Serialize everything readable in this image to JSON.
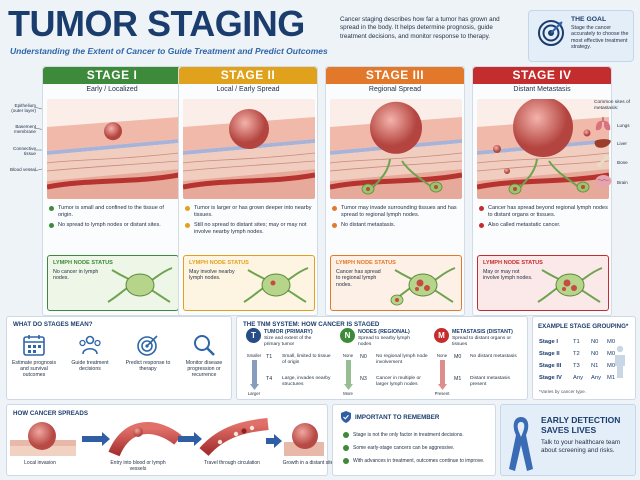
{
  "header": {
    "title": "TUMOR STAGING",
    "subtitle": "Understanding the Extent of Cancer to Guide Treatment and Predict Outcomes",
    "intro": "Cancer staging describes how far a tumor has grown and spread in the body. It helps determine prognosis, guide treatment decisions, and monitor response to therapy."
  },
  "goal": {
    "title": "THE GOAL",
    "text": "Stage the cancer accurately to choose the most effective treatment strategy."
  },
  "anatomy_labels": {
    "epithelium": "Epithelium (outer layer)",
    "basement": "Basement membrane",
    "connective": "Connective tissue",
    "blood": "Blood vessel"
  },
  "metastasis_sites": {
    "title": "Common sites of metastasis:",
    "lungs": "Lungs",
    "liver": "Liver",
    "bone": "Bone",
    "brain": "Brain"
  },
  "stages": [
    {
      "name": "STAGE I",
      "sub": "Early / Localized",
      "color": "#3e8a3b",
      "bullets": [
        "Tumor is small and confined to the tissue of origin.",
        "No spread to lymph nodes or distant sites."
      ],
      "lymph_title": "LYMPH NODE STATUS",
      "lymph_text": "No cancer in lymph nodes."
    },
    {
      "name": "STAGE II",
      "sub": "Local / Early Spread",
      "color": "#e0a21d",
      "bullets": [
        "Tumor is larger or has grown deeper into nearby tissues.",
        "Still no spread to distant sites; may or may not involve nearby lymph nodes."
      ],
      "lymph_title": "LYMPH NODE STATUS",
      "lymph_text": "May involve nearby lymph nodes."
    },
    {
      "name": "STAGE III",
      "sub": "Regional Spread",
      "color": "#e2792a",
      "bullets": [
        "Tumor may invade surrounding tissues and has spread to regional lymph nodes.",
        "No distant metastasis."
      ],
      "lymph_title": "LYMPH NODE STATUS",
      "lymph_text": "Cancer has spread to regional lymph nodes."
    },
    {
      "name": "STAGE IV",
      "sub": "Distant Metastasis",
      "color": "#c42d2d",
      "bullets": [
        "Cancer has spread beyond regional lymph nodes to distant organs or tissues.",
        "Also called metastatic cancer."
      ],
      "lymph_title": "LYMPH NODE STATUS",
      "lymph_text": "May or may not involve lymph nodes."
    }
  ],
  "why": {
    "title": "WHAT DO STAGES MEAN?",
    "items": [
      {
        "label": "Estimate prognosis and survival outcomes",
        "icon": "calendar-icon"
      },
      {
        "label": "Guide treatment decisions",
        "icon": "team-icon"
      },
      {
        "label": "Predict response to therapy",
        "icon": "target-icon"
      },
      {
        "label": "Monitor disease progression or recurrence",
        "icon": "magnifier-icon"
      }
    ]
  },
  "tnm": {
    "title": "THE TNM SYSTEM: HOW CANCER IS STAGED",
    "t": {
      "letter": "T",
      "head": "TUMOR (PRIMARY)",
      "desc": "Size and extent of the primary tumor",
      "scale_top": "Smaller",
      "scale_bottom": "Larger",
      "rows": [
        {
          "code": "T1",
          "text": "Small, limited to tissue of origin"
        },
        {
          "code": "T4",
          "text": "Large, invades nearby structures"
        }
      ],
      "color": "#274d86"
    },
    "n": {
      "letter": "N",
      "head": "NODES (REGIONAL)",
      "desc": "Spread to nearby lymph nodes",
      "scale_top": "None",
      "scale_bottom": "More",
      "rows": [
        {
          "code": "N0",
          "text": "No regional lymph node involvement"
        },
        {
          "code": "N3",
          "text": "Cancer in multiple or larger lymph nodes"
        }
      ],
      "color": "#3e8a3b"
    },
    "m": {
      "letter": "M",
      "head": "METASTASIS (DISTANT)",
      "desc": "Spread to distant organs or tissues",
      "scale_top": "None",
      "scale_bottom": "Present",
      "rows": [
        {
          "code": "M0",
          "text": "No distant metastasis"
        },
        {
          "code": "M1",
          "text": "Distant metastasis present"
        }
      ],
      "color": "#c42d2d"
    }
  },
  "grouping": {
    "title": "EXAMPLE STAGE GROUPING*",
    "rows": [
      [
        "Stage I",
        "T1",
        "N0",
        "M0"
      ],
      [
        "Stage II",
        "T2",
        "N0",
        "M0"
      ],
      [
        "Stage III",
        "T3",
        "N1",
        "M0"
      ],
      [
        "Stage IV",
        "Any",
        "Any",
        "M1"
      ]
    ],
    "note": "*Varies by cancer type."
  },
  "spread": {
    "title": "HOW CANCER SPREADS",
    "steps": [
      "Local invasion",
      "Entry into blood or lymph vessels",
      "Travel through circulation",
      "Growth in a distant site"
    ]
  },
  "remember": {
    "title": "IMPORTANT TO REMEMBER",
    "items": [
      "Stage is not the only factor in treatment decisions.",
      "Some early-stage cancers can be aggressive.",
      "With advances in treatment, outcomes continue to improve."
    ]
  },
  "early": {
    "title_1": "EARLY DETECTION",
    "title_2": "SAVES LIVES",
    "text": "Talk to your healthcare team about screening and risks."
  }
}
